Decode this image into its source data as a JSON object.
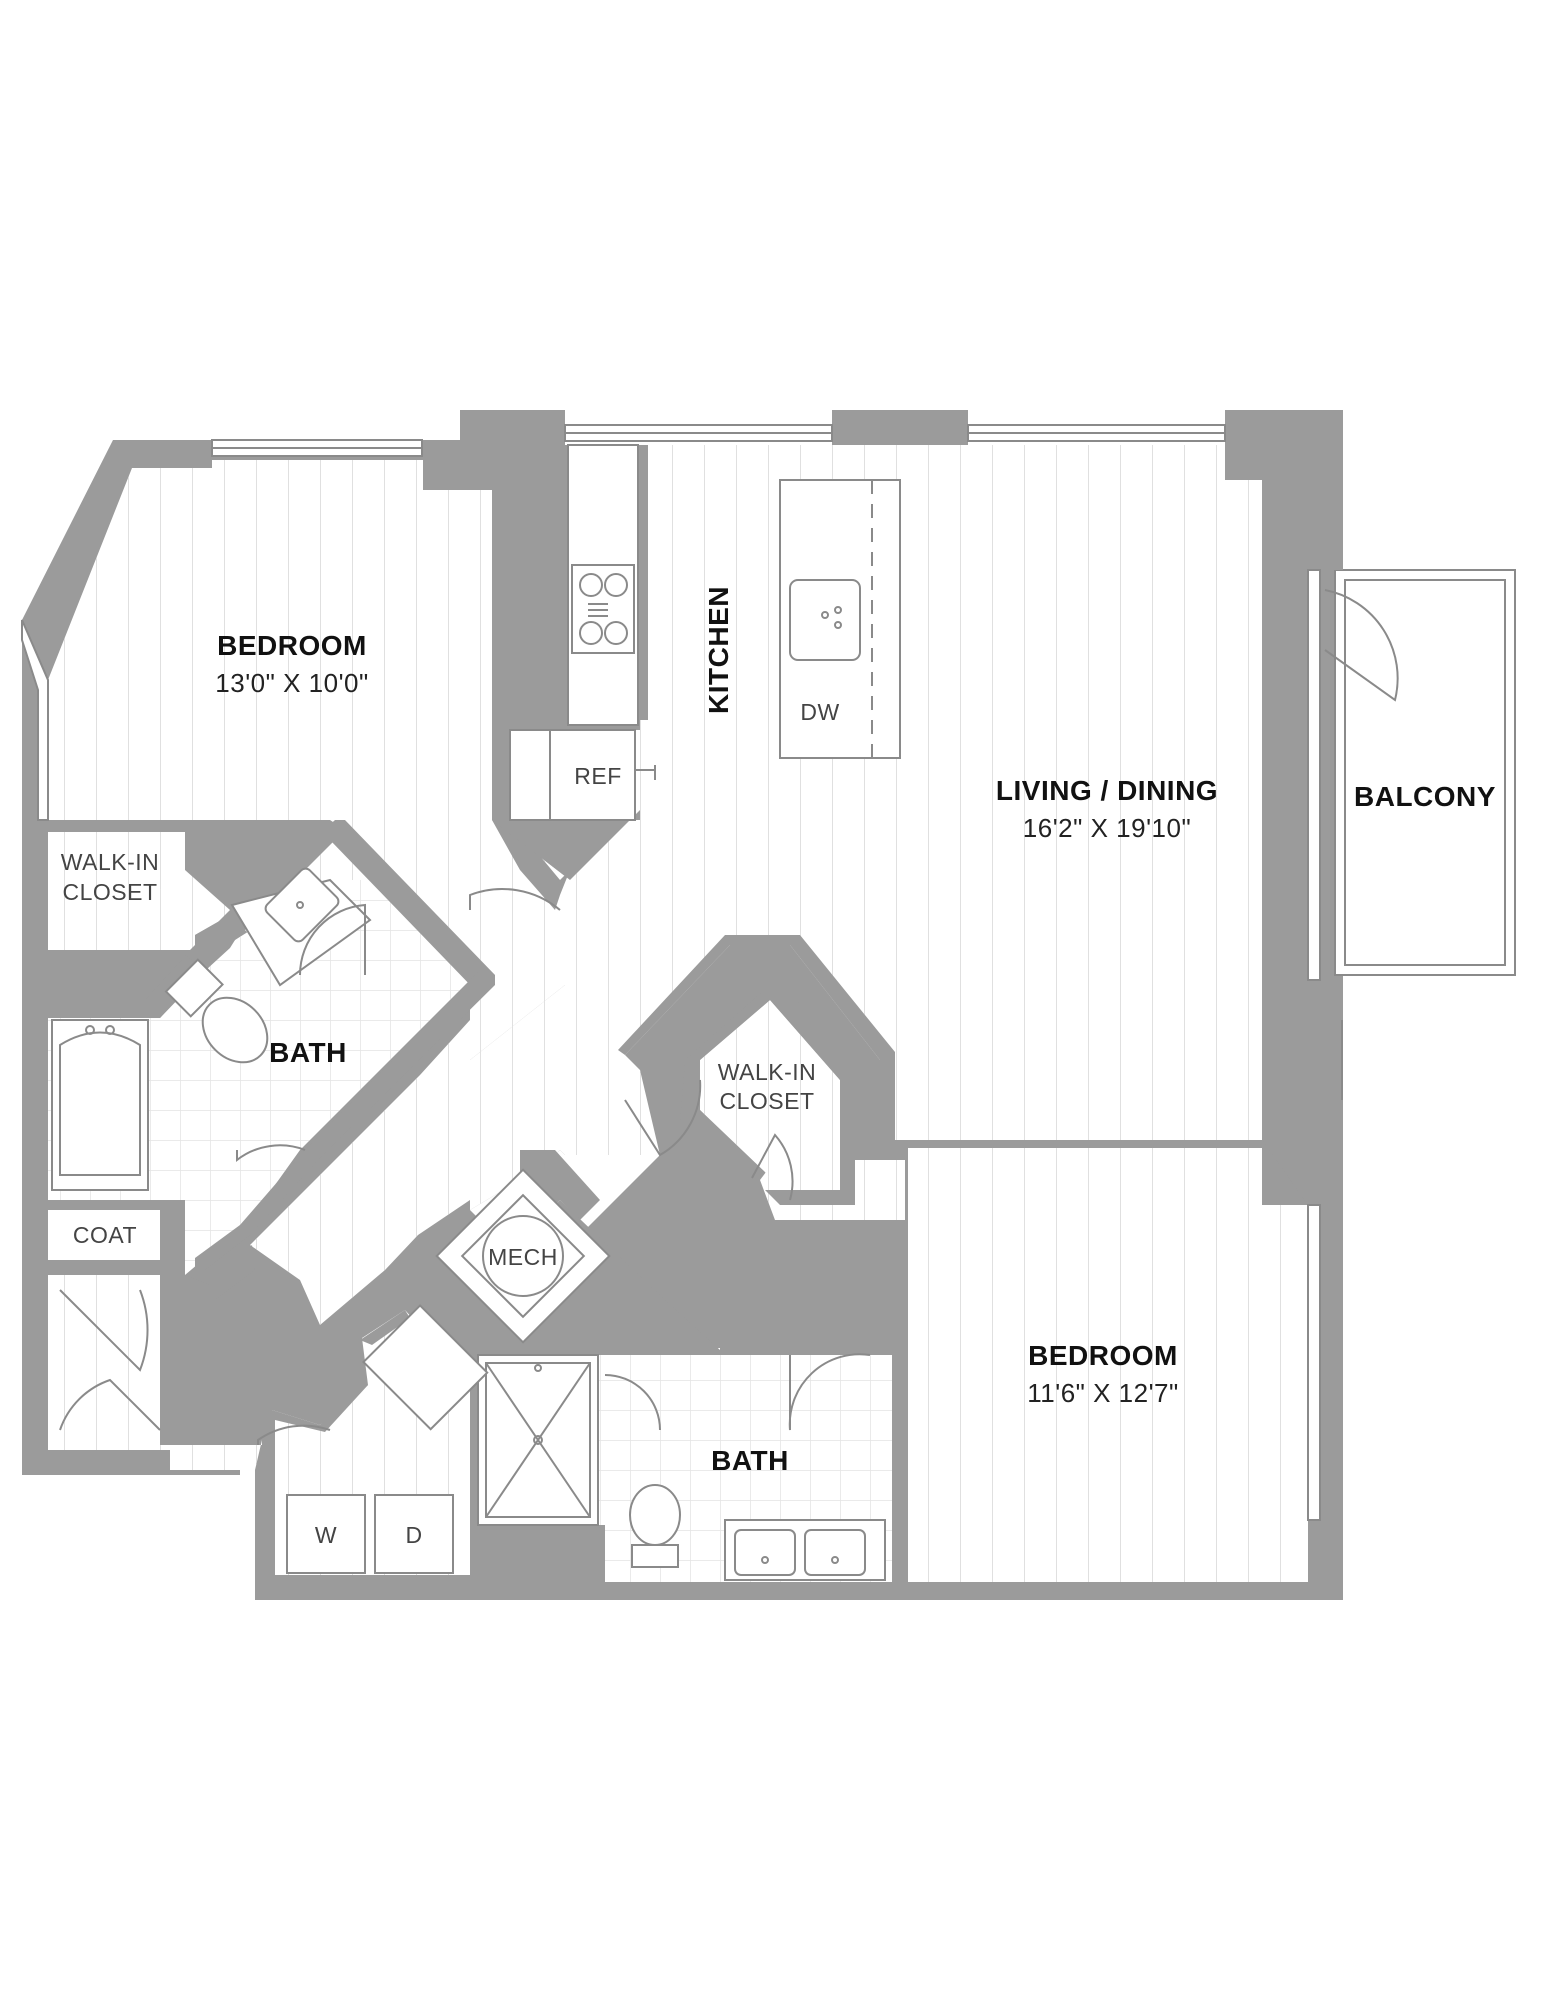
{
  "rooms": {
    "bedroom_1": {
      "name": "BEDROOM",
      "size": "13'0\" X 10'0\""
    },
    "walk_in_closet_1": {
      "line1": "WALK-IN",
      "line2": "CLOSET"
    },
    "bath_1": {
      "name": "BATH"
    },
    "coat": {
      "name": "COAT"
    },
    "kitchen": {
      "name": "KITCHEN"
    },
    "refrigerator": {
      "name": "REF"
    },
    "dishwasher": {
      "name": "DW"
    },
    "living_dining": {
      "name": "LIVING / DINING",
      "size": "16'2\" X 19'10\""
    },
    "balcony": {
      "name": "BALCONY"
    },
    "walk_in_closet_2": {
      "line1": "WALK-IN",
      "line2": "CLOSET"
    },
    "mech": {
      "name": "MECH"
    },
    "washer": {
      "name": "W"
    },
    "dryer": {
      "name": "D"
    },
    "bath_2": {
      "name": "BATH"
    },
    "bedroom_2": {
      "name": "BEDROOM",
      "size": "11'6\" X 12'7\""
    }
  },
  "colors": {
    "wall": "#9b9b9b",
    "fixture_line": "#8a8a8a",
    "floor_plank": "#d6d6d6",
    "background": "#ffffff"
  }
}
